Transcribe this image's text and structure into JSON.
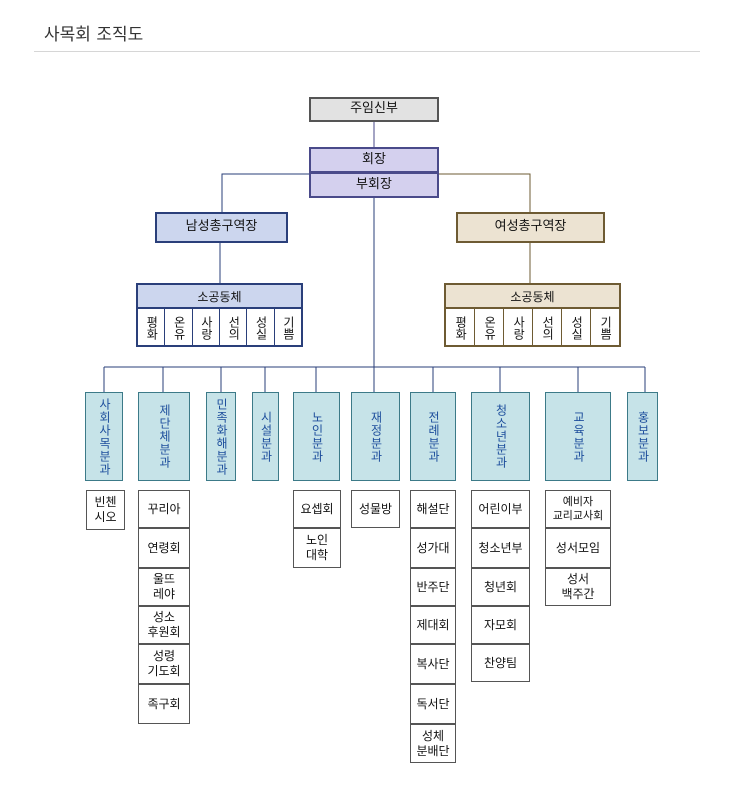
{
  "page_title": "사목회 조직도",
  "priest": "주임신부",
  "chair": "회장",
  "vice_chair": "부회장",
  "men_district": "남성총구역장",
  "women_district": "여성총구역장",
  "men_group": {
    "title": "소공동체",
    "cells": [
      "평화",
      "온유",
      "사랑",
      "선의",
      "성실",
      "기쁨"
    ]
  },
  "women_group": {
    "title": "소공동체",
    "cells": [
      "평화",
      "온유",
      "사랑",
      "선의",
      "성실",
      "기쁨"
    ]
  },
  "departments": [
    {
      "name": "사회사목분과",
      "subs": [
        "빈첸\n시오"
      ]
    },
    {
      "name": "제단체분과",
      "subs": [
        "꾸리아",
        "연령회",
        "울뜨\n레야",
        "성소\n후원회",
        "성령\n기도회",
        "족구회"
      ]
    },
    {
      "name": "민족화해분과",
      "subs": []
    },
    {
      "name": "시설분과",
      "subs": []
    },
    {
      "name": "노인분과",
      "subs": [
        "요셉회",
        "노인\n대학"
      ]
    },
    {
      "name": "재정분과",
      "subs": [
        "성물방"
      ]
    },
    {
      "name": "전례분과",
      "subs": [
        "해설단",
        "성가대",
        "반주단",
        "제대회",
        "복사단",
        "독서단",
        "성체\n분배단"
      ]
    },
    {
      "name": "청소년분과",
      "subs": [
        "어린이부",
        "청소년부",
        "청년회",
        "자모회",
        "찬양팀"
      ]
    },
    {
      "name": "교육분과",
      "subs": [
        "예비자\n교리교사회",
        "성서모임",
        "성서\n백주간"
      ]
    },
    {
      "name": "홍보분과",
      "subs": []
    }
  ]
}
